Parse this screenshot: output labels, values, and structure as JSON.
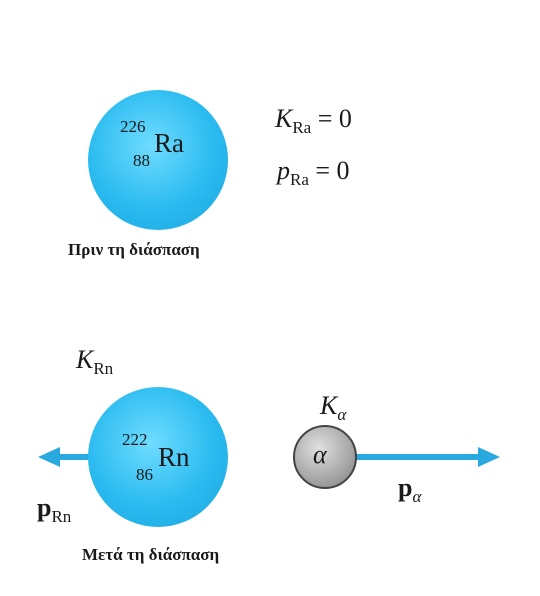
{
  "before": {
    "nucleus": {
      "mass_number": "226",
      "atomic_number": "88",
      "symbol": "Ra"
    },
    "kinetic_energy": {
      "symbol": "K",
      "subscript": "Ra",
      "value": "= 0"
    },
    "momentum": {
      "symbol": "p",
      "subscript": "Ra",
      "value": "= 0"
    },
    "caption": "Πριν τη διάσπαση"
  },
  "after": {
    "nucleus": {
      "mass_number": "222",
      "atomic_number": "86",
      "symbol": "Rn"
    },
    "rn_kinetic": {
      "symbol": "K",
      "subscript": "Rn"
    },
    "rn_momentum": {
      "symbol": "p",
      "subscript": "Rn"
    },
    "alpha": {
      "label": "α"
    },
    "alpha_kinetic": {
      "symbol": "K",
      "subscript": "α"
    },
    "alpha_momentum": {
      "symbol": "p",
      "subscript": "α"
    },
    "caption": "Μετά τη διάσπαση"
  },
  "colors": {
    "nucleus": "#2bbbf0",
    "arrow": "#29a9e0",
    "alpha_particle": "#a6a6a6"
  }
}
